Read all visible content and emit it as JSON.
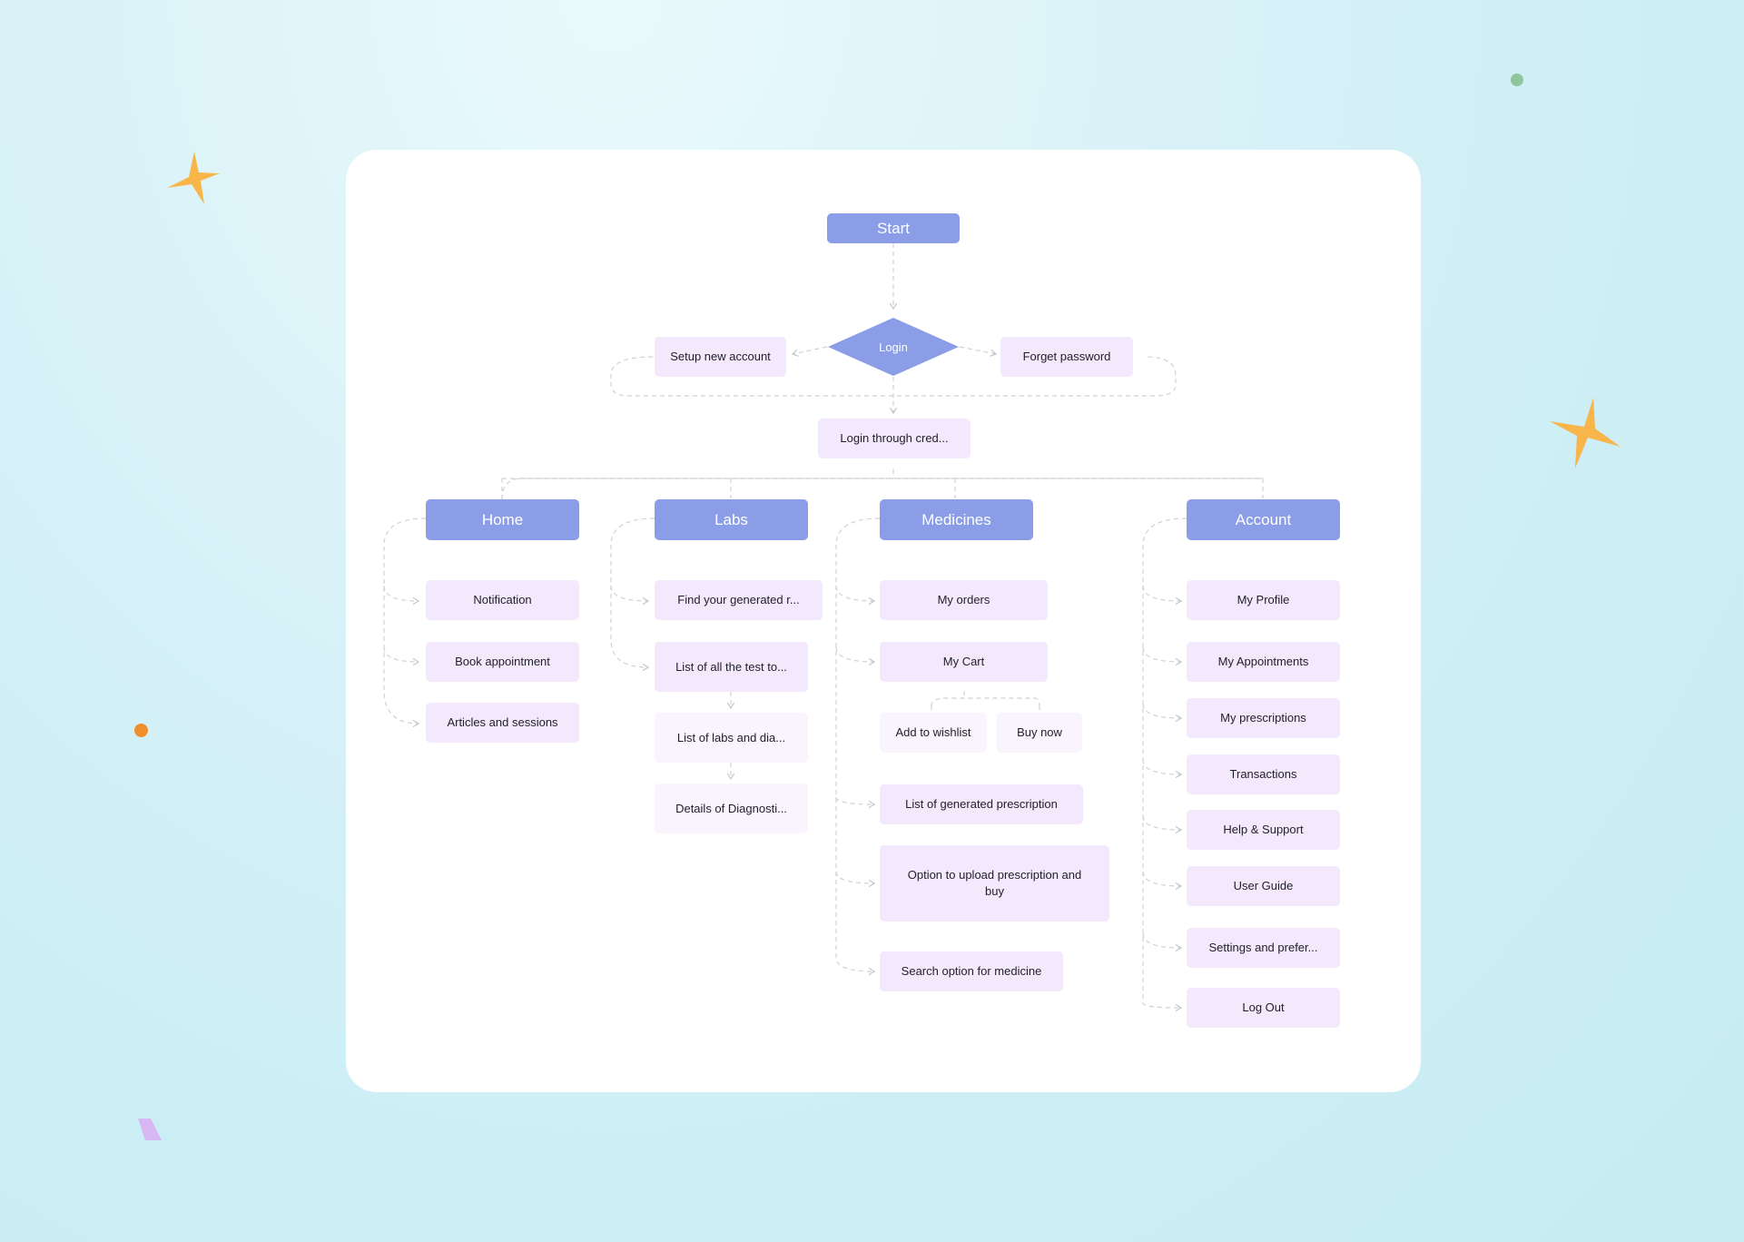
{
  "colors": {
    "background": "#cbeef4",
    "card": "#ffffff",
    "header_node": "#8a9de6",
    "sub_node": "#f3e8fc",
    "connector": "#c9cbd3",
    "star": "#f7b54a",
    "dot_green": "#8fc59a",
    "dot_orange": "#f08e2c",
    "shape_purple": "#d6b7f2"
  },
  "flow": {
    "start": "Start",
    "login": "Login",
    "setup_account": "Setup new account",
    "forget_password": "Forget password",
    "login_credentials": "Login through cred..."
  },
  "sections": {
    "home": {
      "title": "Home",
      "items": [
        "Notification",
        "Book appointment",
        "Articles and sessions"
      ]
    },
    "labs": {
      "title": "Labs",
      "items": [
        "Find your generated r...",
        "List of all the test to...",
        "List of labs and dia...",
        "Details of Diagnosti..."
      ]
    },
    "medicines": {
      "title": "Medicines",
      "items": [
        "My orders",
        "My Cart",
        "Add to wishlist",
        "Buy now",
        "List of generated prescription",
        "Option to upload prescription and buy",
        "Search option for medicine"
      ]
    },
    "account": {
      "title": "Account",
      "items": [
        "My Profile",
        "My Appointments",
        "My prescriptions",
        "Transactions",
        "Help & Support",
        "User Guide",
        "Settings and prefer...",
        "Log Out"
      ]
    }
  }
}
